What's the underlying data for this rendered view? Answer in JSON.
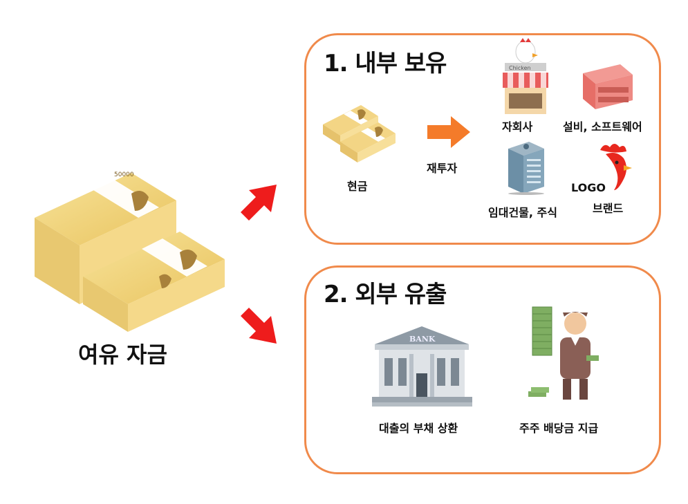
{
  "left": {
    "label": "여유 자금",
    "bill_denomination": "50000"
  },
  "box1": {
    "title": "1. 내부 보유",
    "cash_label": "현금",
    "arrow_label": "재투자",
    "items": {
      "subsidiary": "자회사",
      "equipment": "설비, 소프트웨어",
      "building": "임대건물, 주식",
      "logo": "LOGO",
      "brand": "브랜드"
    },
    "shop_sign": "Chicken"
  },
  "box2": {
    "title": "2. 외부 유출",
    "bank_sign": "BANK",
    "debt_label": "대출의 부채 상환",
    "dividend_label": "주주 배당금 지급"
  },
  "colors": {
    "accent_border": "#f08a4b",
    "red_arrow": "#ee1c1c",
    "orange_arrow": "#f47b2a",
    "money": "#f1d27a"
  }
}
